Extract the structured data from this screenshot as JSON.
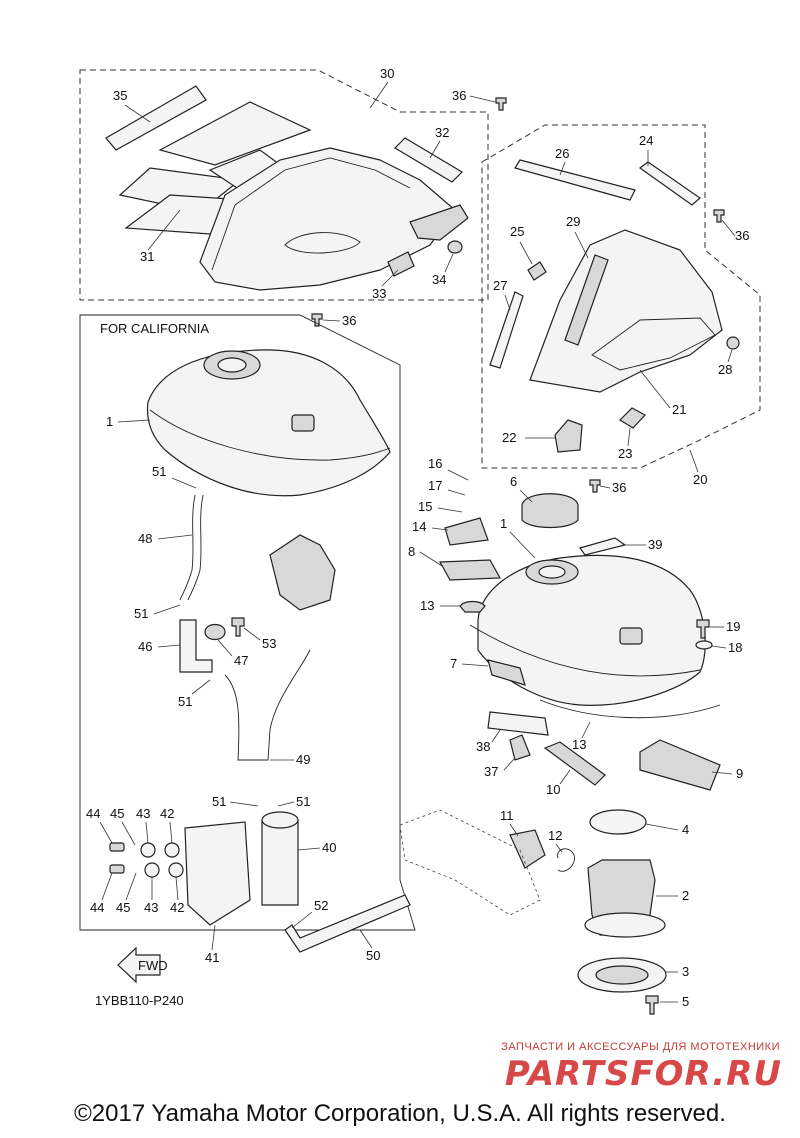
{
  "diagram": {
    "panel_label": "FOR CALIFORNIA",
    "drawing_code": "1YBB110-P240",
    "fwd_label": "FWD",
    "callouts": [
      "30",
      "35",
      "36",
      "32",
      "31",
      "33",
      "34",
      "36",
      "24",
      "26",
      "36",
      "25",
      "29",
      "27",
      "28",
      "21",
      "22",
      "23",
      "20",
      "36",
      "1",
      "51",
      "48",
      "51",
      "46",
      "47",
      "53",
      "51",
      "49",
      "51",
      "51",
      "44",
      "45",
      "43",
      "42",
      "40",
      "44",
      "45",
      "43",
      "42",
      "41",
      "52",
      "50",
      "16",
      "17",
      "15",
      "14",
      "8",
      "6",
      "1",
      "39",
      "13",
      "19",
      "18",
      "7",
      "13",
      "38",
      "37",
      "10",
      "9",
      "4",
      "11",
      "12",
      "2",
      "3",
      "5"
    ]
  },
  "copyright": "©2017 Yamaha Motor Corporation, U.S.A. All rights reserved.",
  "watermark": {
    "tagline": "ЗАПЧАСТИ И АКСЕССУАРЫ ДЛЯ МОТОТЕХНИКИ",
    "logo": "PARTSFOR.RU"
  },
  "colors": {
    "line": "#222222",
    "watermark": "#d84848"
  }
}
